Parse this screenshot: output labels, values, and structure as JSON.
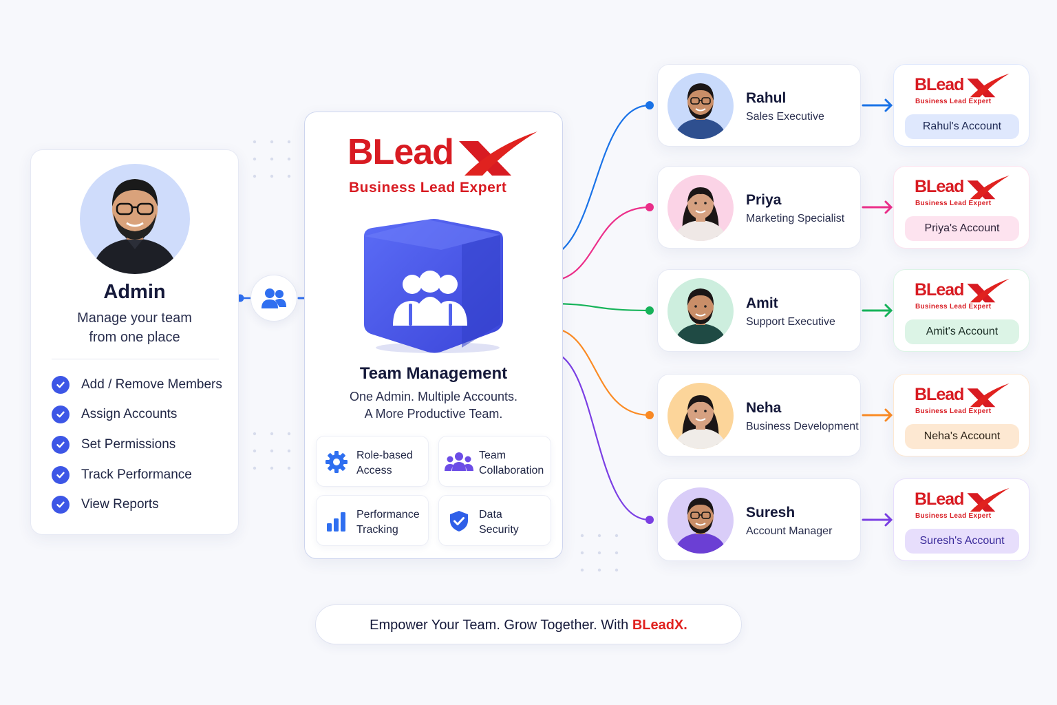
{
  "admin": {
    "title": "Admin",
    "subtitle_line1": "Manage your team",
    "subtitle_line2": "from one place",
    "features": [
      {
        "label": "Add / Remove Members"
      },
      {
        "label": "Assign Accounts"
      },
      {
        "label": "Set Permissions"
      },
      {
        "label": "Track Performance"
      },
      {
        "label": "View Reports"
      }
    ]
  },
  "brand": {
    "word": "BLead",
    "tagline": "Business Lead Expert",
    "red": "#d81b22",
    "accent": "#3d56e6"
  },
  "center": {
    "title": "Team Management",
    "subtitle_line1": "One Admin. Multiple Accounts.",
    "subtitle_line2": "A More Productive Team.",
    "cube_icon": "team-icon",
    "features": [
      {
        "label": "Role-based\nAccess",
        "icon": "gear-icon"
      },
      {
        "label": "Team\nCollaboration",
        "icon": "team-icon"
      },
      {
        "label": "Performance\nTracking",
        "icon": "bar-chart-icon"
      },
      {
        "label": "Data\nSecurity",
        "icon": "shield-check-icon"
      }
    ]
  },
  "members": [
    {
      "name": "Rahul",
      "role": "Sales Executive",
      "account": "Rahul's Account",
      "color": "#1a73e8",
      "avatar_bg": "#c9dafb",
      "button_bg": "#dfe8fd",
      "button_fg": "#1f2a55"
    },
    {
      "name": "Priya",
      "role": "Marketing Specialist",
      "account": "Priya's Account",
      "color": "#ec2f8a",
      "avatar_bg": "#fbd3e6",
      "button_bg": "#fde3ef",
      "button_fg": "#2a1f35"
    },
    {
      "name": "Amit",
      "role": "Support Executive",
      "account": "Amit's Account",
      "color": "#17b45a",
      "avatar_bg": "#cdeede",
      "button_bg": "#dcf4e6",
      "button_fg": "#1b2e25"
    },
    {
      "name": "Neha",
      "role": "Business Development",
      "account": "Neha's Account",
      "color": "#fb8b24",
      "avatar_bg": "#fcd59a",
      "button_bg": "#fde8d2",
      "button_fg": "#2e2418"
    },
    {
      "name": "Suresh",
      "role": "Account Manager",
      "account": "Suresh's Account",
      "color": "#7b3fe4",
      "avatar_bg": "#d9cdf8",
      "button_bg": "#e7defc",
      "button_fg": "#3a2a9a"
    }
  ],
  "footer": {
    "text": "Empower Your Team. Grow Together. With ",
    "brand": "BLeadX."
  }
}
